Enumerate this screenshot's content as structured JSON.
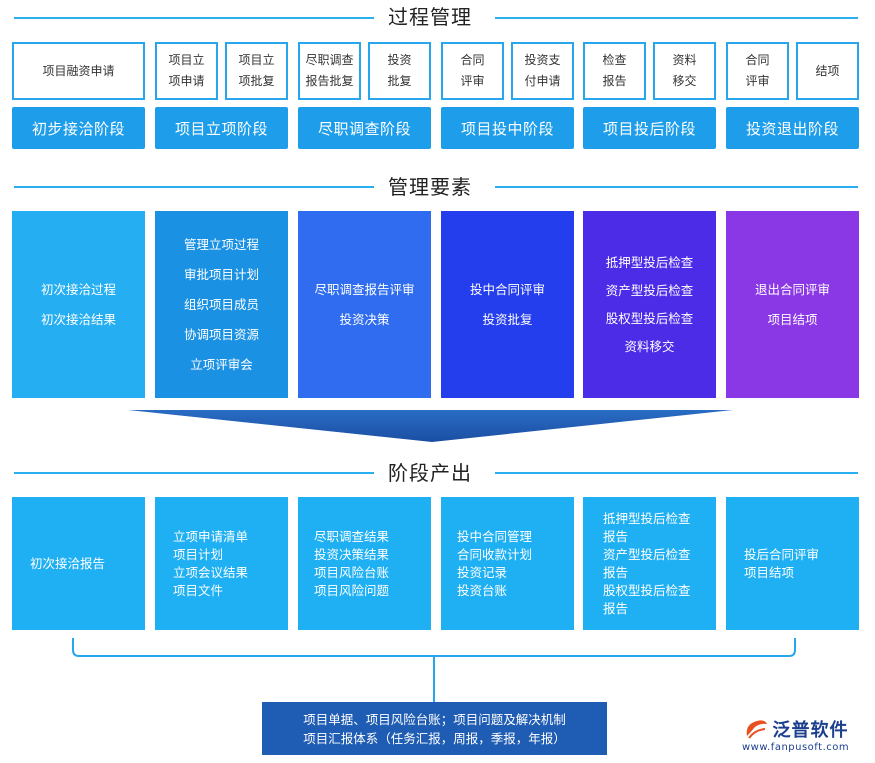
{
  "sections": {
    "process": "过程管理",
    "elements": "管理要素",
    "outputs": "阶段产出"
  },
  "process_steps": [
    "项目融资申请",
    "项目立\n项申请",
    "项目立\n项批复",
    "尽职调查\n报告批复",
    "投资\n批复",
    "合同\n评审",
    "投资支\n付申请",
    "检查\n报告",
    "资料\n移交",
    "合同\n评审",
    "结项"
  ],
  "stages": [
    "初步接洽阶段",
    "项目立项阶段",
    "尽职调查阶段",
    "项目投中阶段",
    "项目投后阶段",
    "投资退出阶段"
  ],
  "elements": [
    {
      "color": "#25aef2",
      "items": [
        "初次接洽过程",
        "初次接洽结果"
      ]
    },
    {
      "color": "#1b91e4",
      "items": [
        "管理立项过程",
        "审批项目计划",
        "组织项目成员",
        "协调项目资源",
        "立项评审会"
      ]
    },
    {
      "color": "#2f6cef",
      "items": [
        "尽职调查报告评审",
        "投资决策"
      ]
    },
    {
      "color": "#243ded",
      "items": [
        "投中合同评审",
        "投资批复"
      ]
    },
    {
      "color": "#4d2ce8",
      "items": [
        "抵押型投后检查",
        "资产型投后检查",
        "股权型投后检查",
        "资料移交"
      ]
    },
    {
      "color": "#8a37e6",
      "items": [
        "退出合同评审",
        "项目结项"
      ]
    }
  ],
  "outputs": [
    [
      "初次接洽报告"
    ],
    [
      "立项申请清单",
      "项目计划",
      "立项会议结果",
      "项目文件"
    ],
    [
      "尽职调查结果",
      "投资决策结果",
      "项目风险台账",
      "项目风险问题"
    ],
    [
      "投中合同管理",
      "合同收款计划",
      "投资记录",
      "投资台账"
    ],
    [
      "抵押型投后检查",
      "报告",
      "资产型投后检查",
      "报告",
      "股权型投后检查",
      "报告"
    ],
    [
      "投后合同评审",
      "项目结项"
    ]
  ],
  "summary": {
    "line1": "项目单据、项目风险台账；项目问题及解决机制",
    "line2": "项目汇报体系（任务汇报，周报，季报，年报）"
  },
  "logo": {
    "name": "泛普软件",
    "url": "www.fanpusoft.com"
  },
  "colors": {
    "accent": "#27a6ec",
    "stage": "#1e9eea",
    "arrow": "#2058b0",
    "summary": "#1f5cb3"
  }
}
